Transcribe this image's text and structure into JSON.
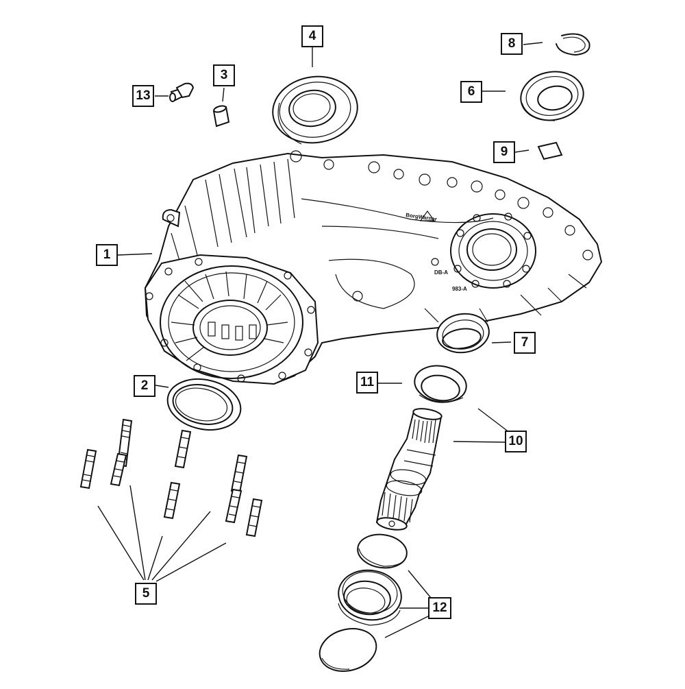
{
  "diagram": {
    "callouts": [
      {
        "id": "1",
        "label": "1"
      },
      {
        "id": "2",
        "label": "2"
      },
      {
        "id": "3",
        "label": "3"
      },
      {
        "id": "4",
        "label": "4"
      },
      {
        "id": "5",
        "label": "5"
      },
      {
        "id": "6",
        "label": "6"
      },
      {
        "id": "7",
        "label": "7"
      },
      {
        "id": "8",
        "label": "8"
      },
      {
        "id": "9",
        "label": "9"
      },
      {
        "id": "10",
        "label": "10"
      },
      {
        "id": "11",
        "label": "11"
      },
      {
        "id": "12",
        "label": "12"
      },
      {
        "id": "13",
        "label": "13"
      }
    ],
    "case_markings": {
      "brand": "BorgWarner",
      "code_a": "DB-A",
      "code_b": "983-A"
    }
  }
}
